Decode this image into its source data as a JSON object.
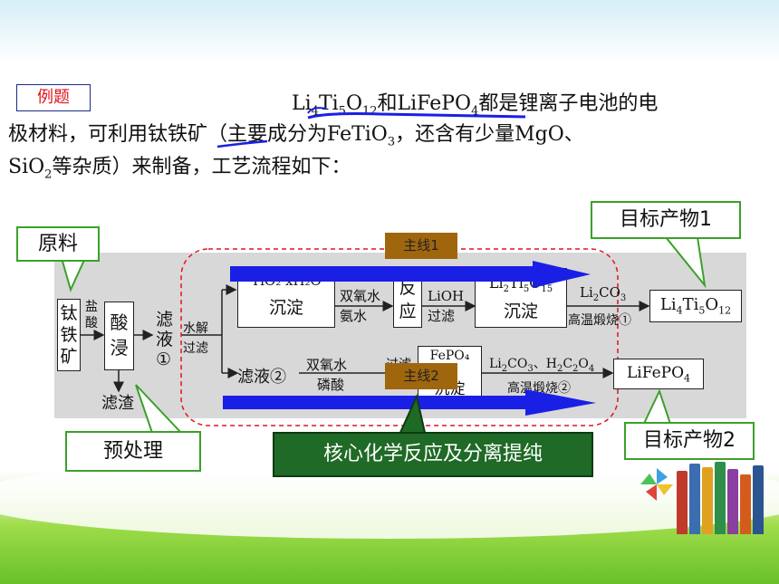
{
  "example_tag": "例题",
  "question": {
    "line1": {
      "t1": "Li",
      "s1": "4",
      "t2": "Ti",
      "s2": "5",
      "t3": "O",
      "s3": "12",
      "t4": "和LiFePO",
      "s4": "4",
      "t5": "都是锂离子电池的电"
    },
    "line2": {
      "t1": "极材料，可利用钛铁矿（主要成分为FeTiO",
      "s1": "3",
      "t2": "，还含有少量MgO、"
    },
    "line3": {
      "t1": "SiO",
      "s1": "2",
      "t2": "等杂质）来制备，工艺流程如下："
    }
  },
  "callouts": {
    "raw": "原料",
    "target1": "目标产物1",
    "target2": "目标产物2",
    "pretreat": "预处理",
    "core": "核心化学反应及分离提纯"
  },
  "mainlines": {
    "line1": "主线1",
    "line2": "主线2"
  },
  "flow": {
    "ilmenite": [
      "钛",
      "铁",
      "矿"
    ],
    "hcl": [
      "盐",
      "酸"
    ],
    "acid_leach": [
      "酸",
      "浸"
    ],
    "residue": "滤渣",
    "filtrate1": [
      "滤",
      "液",
      "①"
    ],
    "hydrolysis": [
      "水解",
      "过滤"
    ],
    "tio2_formula": "TiO₂·xH₂O",
    "tio2_label": "沉淀",
    "h2o2_nh3": [
      "双氧水",
      "氨水"
    ],
    "reaction": [
      "反",
      "应"
    ],
    "lioh": [
      "LiOH",
      "过滤"
    ],
    "li2ti5o15": {
      "t1": "Li",
      "s1": "2",
      "t2": "Ti",
      "s2": "5",
      "t3": "O",
      "s3": "15"
    },
    "li2ti5o15_label": "沉淀",
    "li2co3": {
      "t1": "Li",
      "s1": "2",
      "t2": "CO",
      "s2": "3"
    },
    "calcine1": "高温煅烧①",
    "li4ti5o12": {
      "t1": "Li",
      "s1": "4",
      "t2": "Ti",
      "s2": "5",
      "t3": "O",
      "s3": "12"
    },
    "filtrate2": "滤液②",
    "h2o2_h3po4": [
      "双氧水",
      "磷酸"
    ],
    "filter2": "过滤",
    "fepo4": "FePO₄",
    "fepo4_label": "沉淀",
    "li2co3_h2c2o4": {
      "t1": "Li",
      "s1": "2",
      "t2": "CO",
      "s2": "3",
      "t3": "、H",
      "s3": "2",
      "t4": "C",
      "s4": "2",
      "t5": "O",
      "s5": "4"
    },
    "calcine2": "高温煅烧②",
    "lifepo4": {
      "t1": "LiFePO",
      "s1": "4"
    }
  },
  "colors": {
    "callout_border": "#3ba02a",
    "mainline_bg": "#a0660e",
    "arrow_blue": "#1a1fe6",
    "core_bg": "#1f6a26",
    "dashed_red": "#e0141e",
    "tag_red": "#e0141e"
  }
}
